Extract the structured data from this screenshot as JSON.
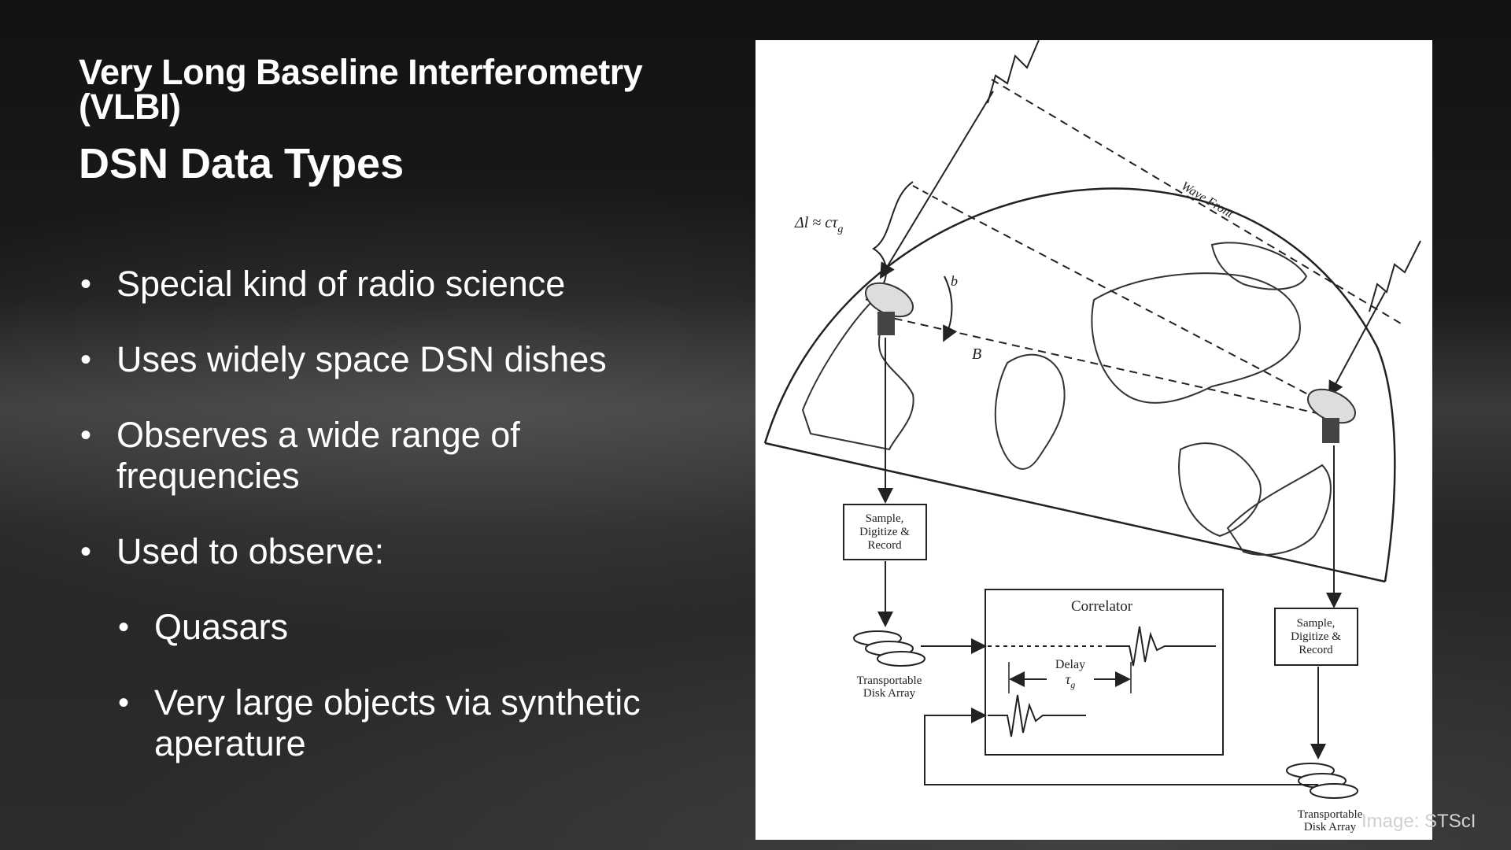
{
  "slide": {
    "title": "Very Long Baseline Interferometry (VLBI)",
    "subtitle": "DSN Data Types",
    "bullets": [
      {
        "text": "Special kind of radio science",
        "level": 1
      },
      {
        "text": "Uses widely space DSN dishes",
        "level": 1
      },
      {
        "text": "Observes a wide range of frequencies",
        "level": 1
      },
      {
        "text": "Used to observe:",
        "level": 1
      },
      {
        "text": "Quasars",
        "level": 2
      },
      {
        "text": "Very large objects via synthetic aperature",
        "level": 2
      }
    ],
    "bullet_glyph": "•"
  },
  "figure": {
    "wave_front": "Wave Front",
    "delta_l": "Δl ≈ cτ",
    "delta_l_sub": "g",
    "b_small": "b",
    "b_big": "B",
    "sample_left": [
      "Sample,",
      "Digitize &",
      "Record"
    ],
    "sample_right": [
      "Sample,",
      "Digitize &",
      "Record"
    ],
    "correlator": "Correlator",
    "delay": "Delay",
    "tau": "τ",
    "tau_sub": "g",
    "disk_left": [
      "Transportable",
      "Disk Array"
    ],
    "disk_right": [
      "Transportable",
      "Disk Array"
    ]
  },
  "credit": "Image: STScI"
}
